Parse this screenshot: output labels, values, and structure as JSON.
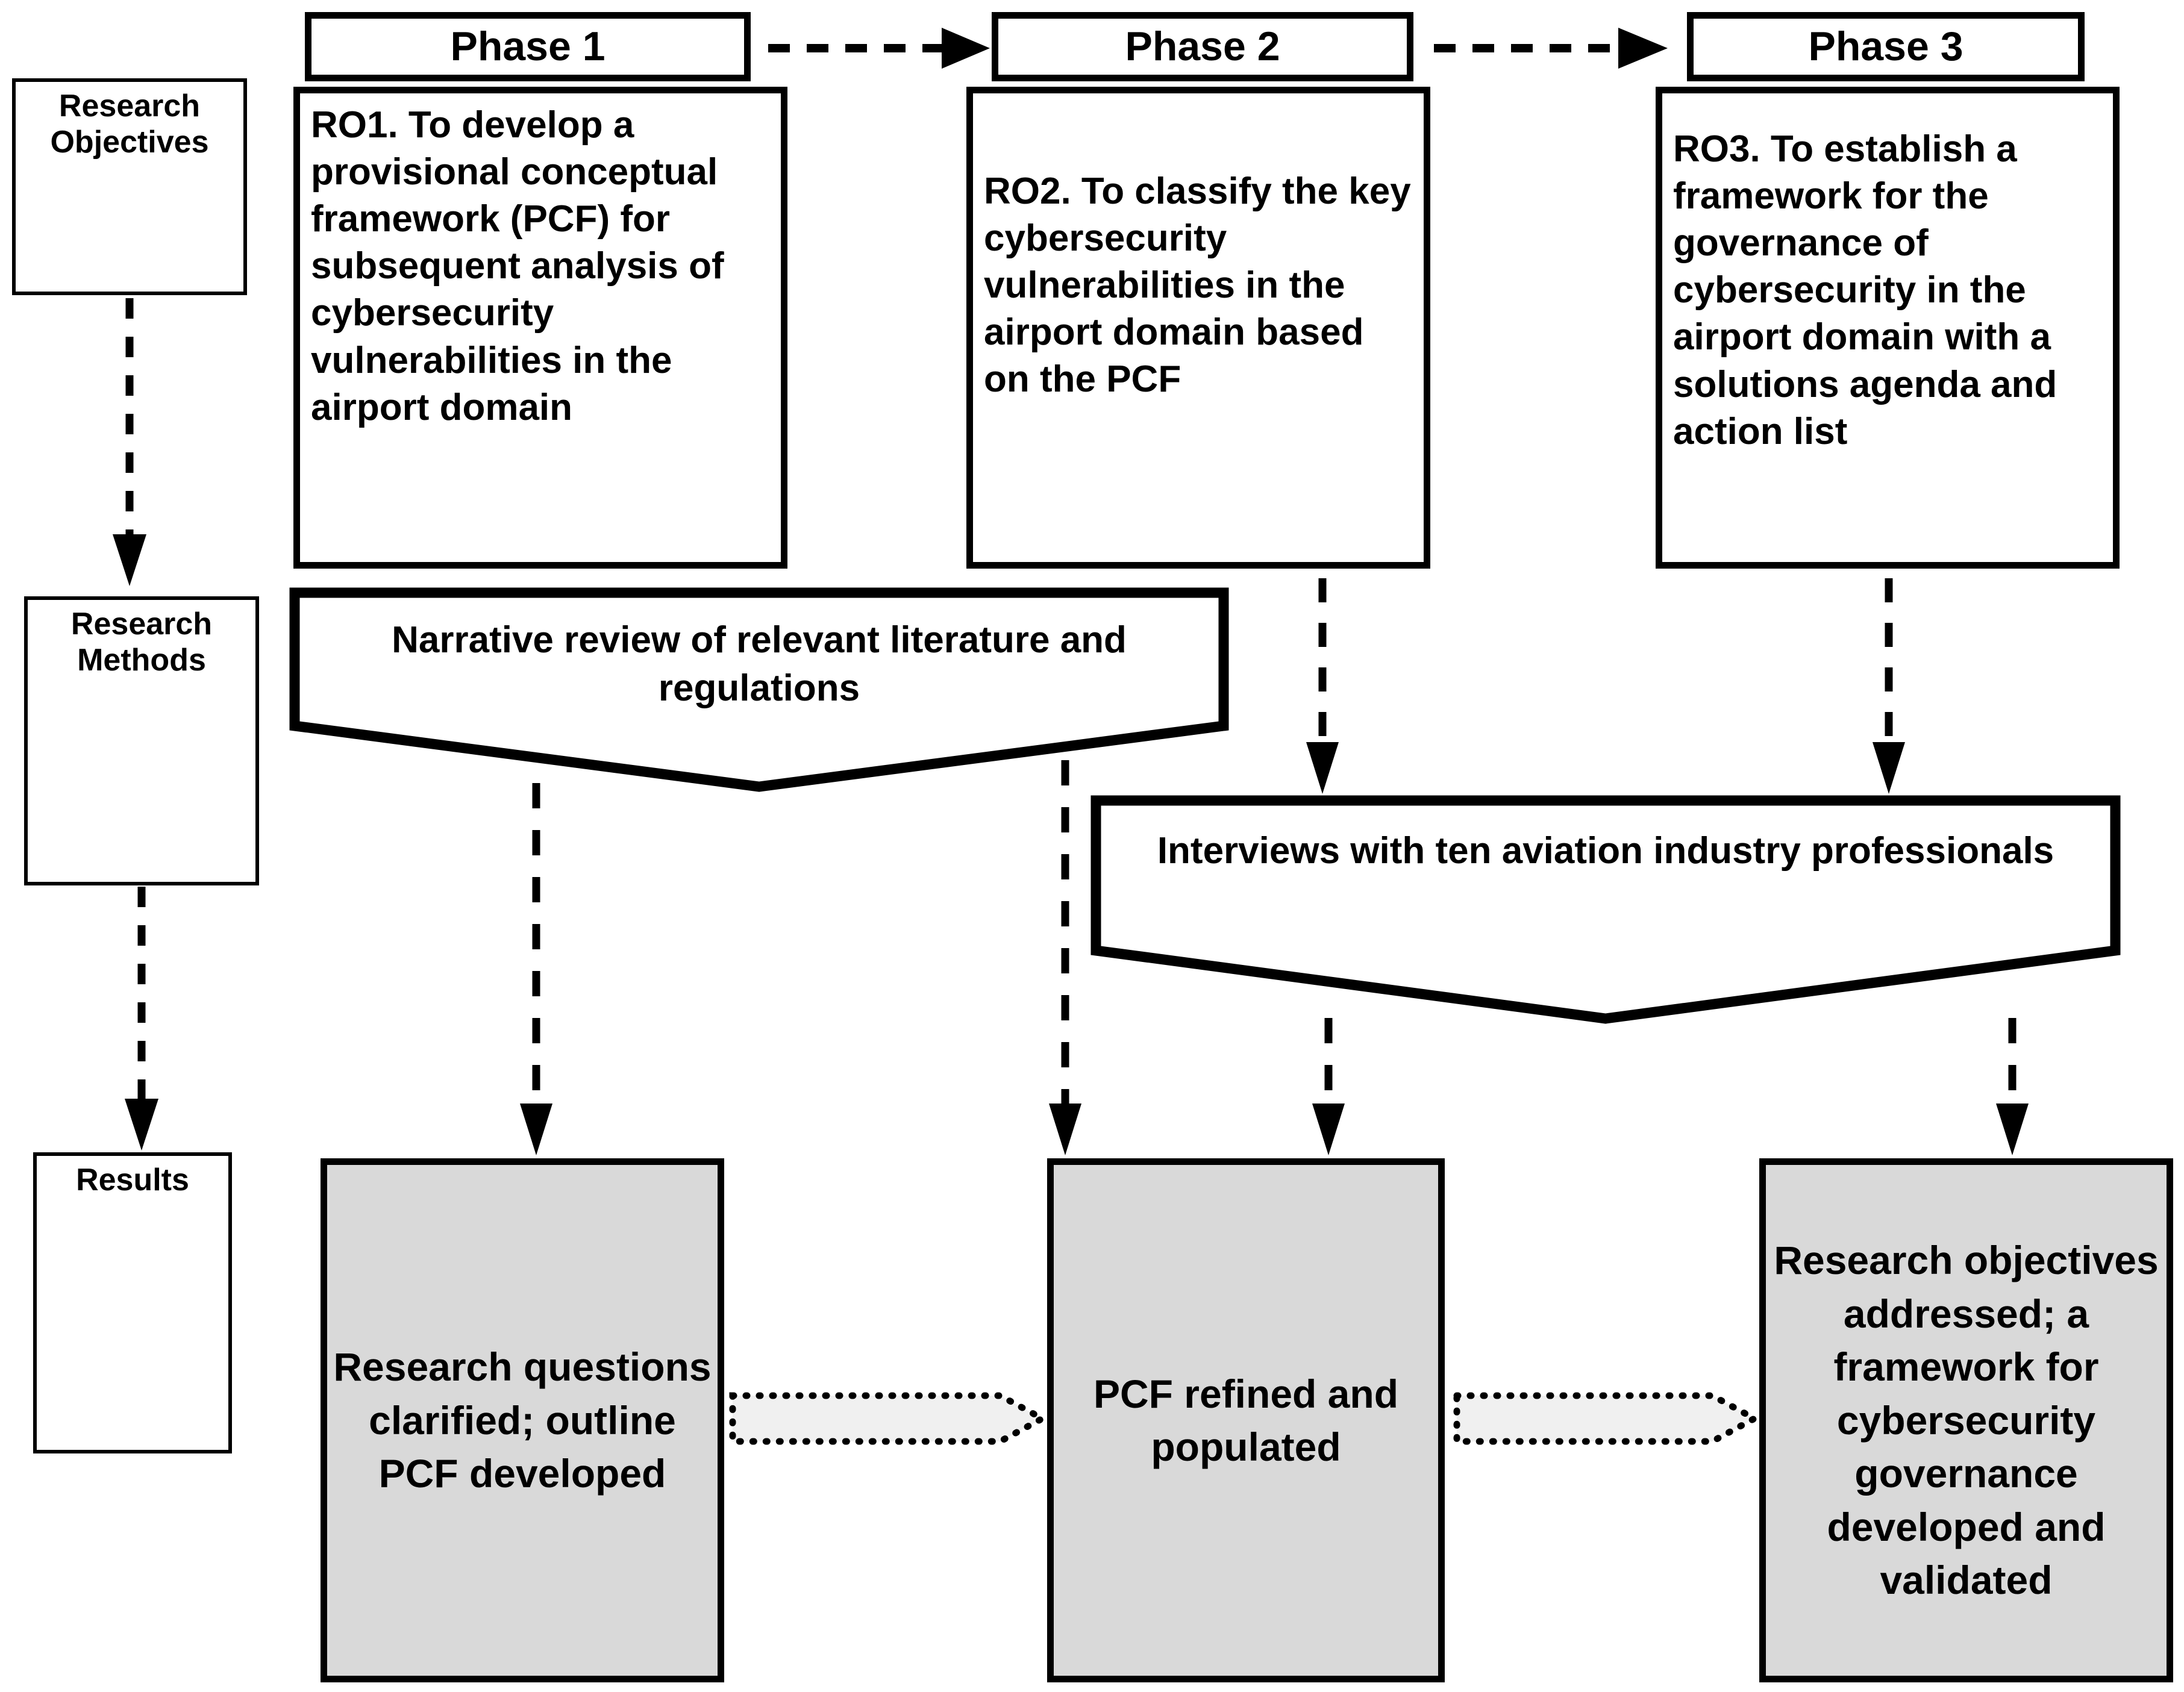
{
  "spine": {
    "items": [
      {
        "label": "Research\nObjectives",
        "name": "research-objectives"
      },
      {
        "label": "Research\nMethods",
        "name": "research-methods"
      },
      {
        "label": "Results",
        "name": "results"
      }
    ]
  },
  "phases": [
    {
      "header": "Phase 1"
    },
    {
      "header": "Phase 2"
    },
    {
      "header": "Phase 3"
    }
  ],
  "objectives": [
    {
      "text": "RO1. To develop a provisional conceptual framework (PCF) for subsequent analysis of cybersecurity vulnerabilities in the airport domain"
    },
    {
      "text": "RO2. To classify the key cybersecurity vulnerabilities in the airport domain based on the PCF"
    },
    {
      "text": "RO3. To establish a framework for the governance of cybersecurity in the airport domain with a solutions agenda and action list"
    }
  ],
  "methods": [
    {
      "text": "Narrative review of relevant literature and regulations"
    },
    {
      "text": "Interviews with ten aviation industry professionals"
    }
  ],
  "results": [
    {
      "text": "Research questions clarified; outline PCF developed"
    },
    {
      "text": "PCF refined and populated"
    },
    {
      "text": "Research objectives addressed; a framework for cybersecurity governance developed and validated"
    }
  ],
  "colors": {
    "stroke": "#000000",
    "result_fill": "#d9d9d9",
    "connector_fill": "#f0f0f0",
    "page_background": "#ffffff"
  },
  "connectors": {
    "phase_flow": "dashed-arrow-right",
    "spine_flow": "dashed-arrow-down",
    "stage_flow": "dashed-arrow-down",
    "result_flow": "dotted-block-arrow-right"
  }
}
